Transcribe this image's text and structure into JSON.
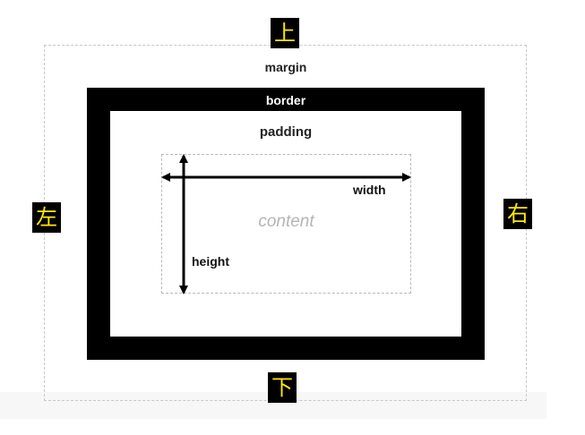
{
  "diagram": {
    "layers": {
      "margin": "margin",
      "border": "border",
      "padding": "padding",
      "content": "content"
    },
    "dimensions": {
      "width": "width",
      "height": "height"
    },
    "sides": {
      "top": "上",
      "bottom": "下",
      "left": "左",
      "right": "右"
    },
    "colors": {
      "border_fill": "#000000",
      "tag_background": "#000000",
      "tag_text": "#ffe800",
      "dashed_outline": "#c8c8c8",
      "content_text": "#b5b5b5"
    }
  }
}
